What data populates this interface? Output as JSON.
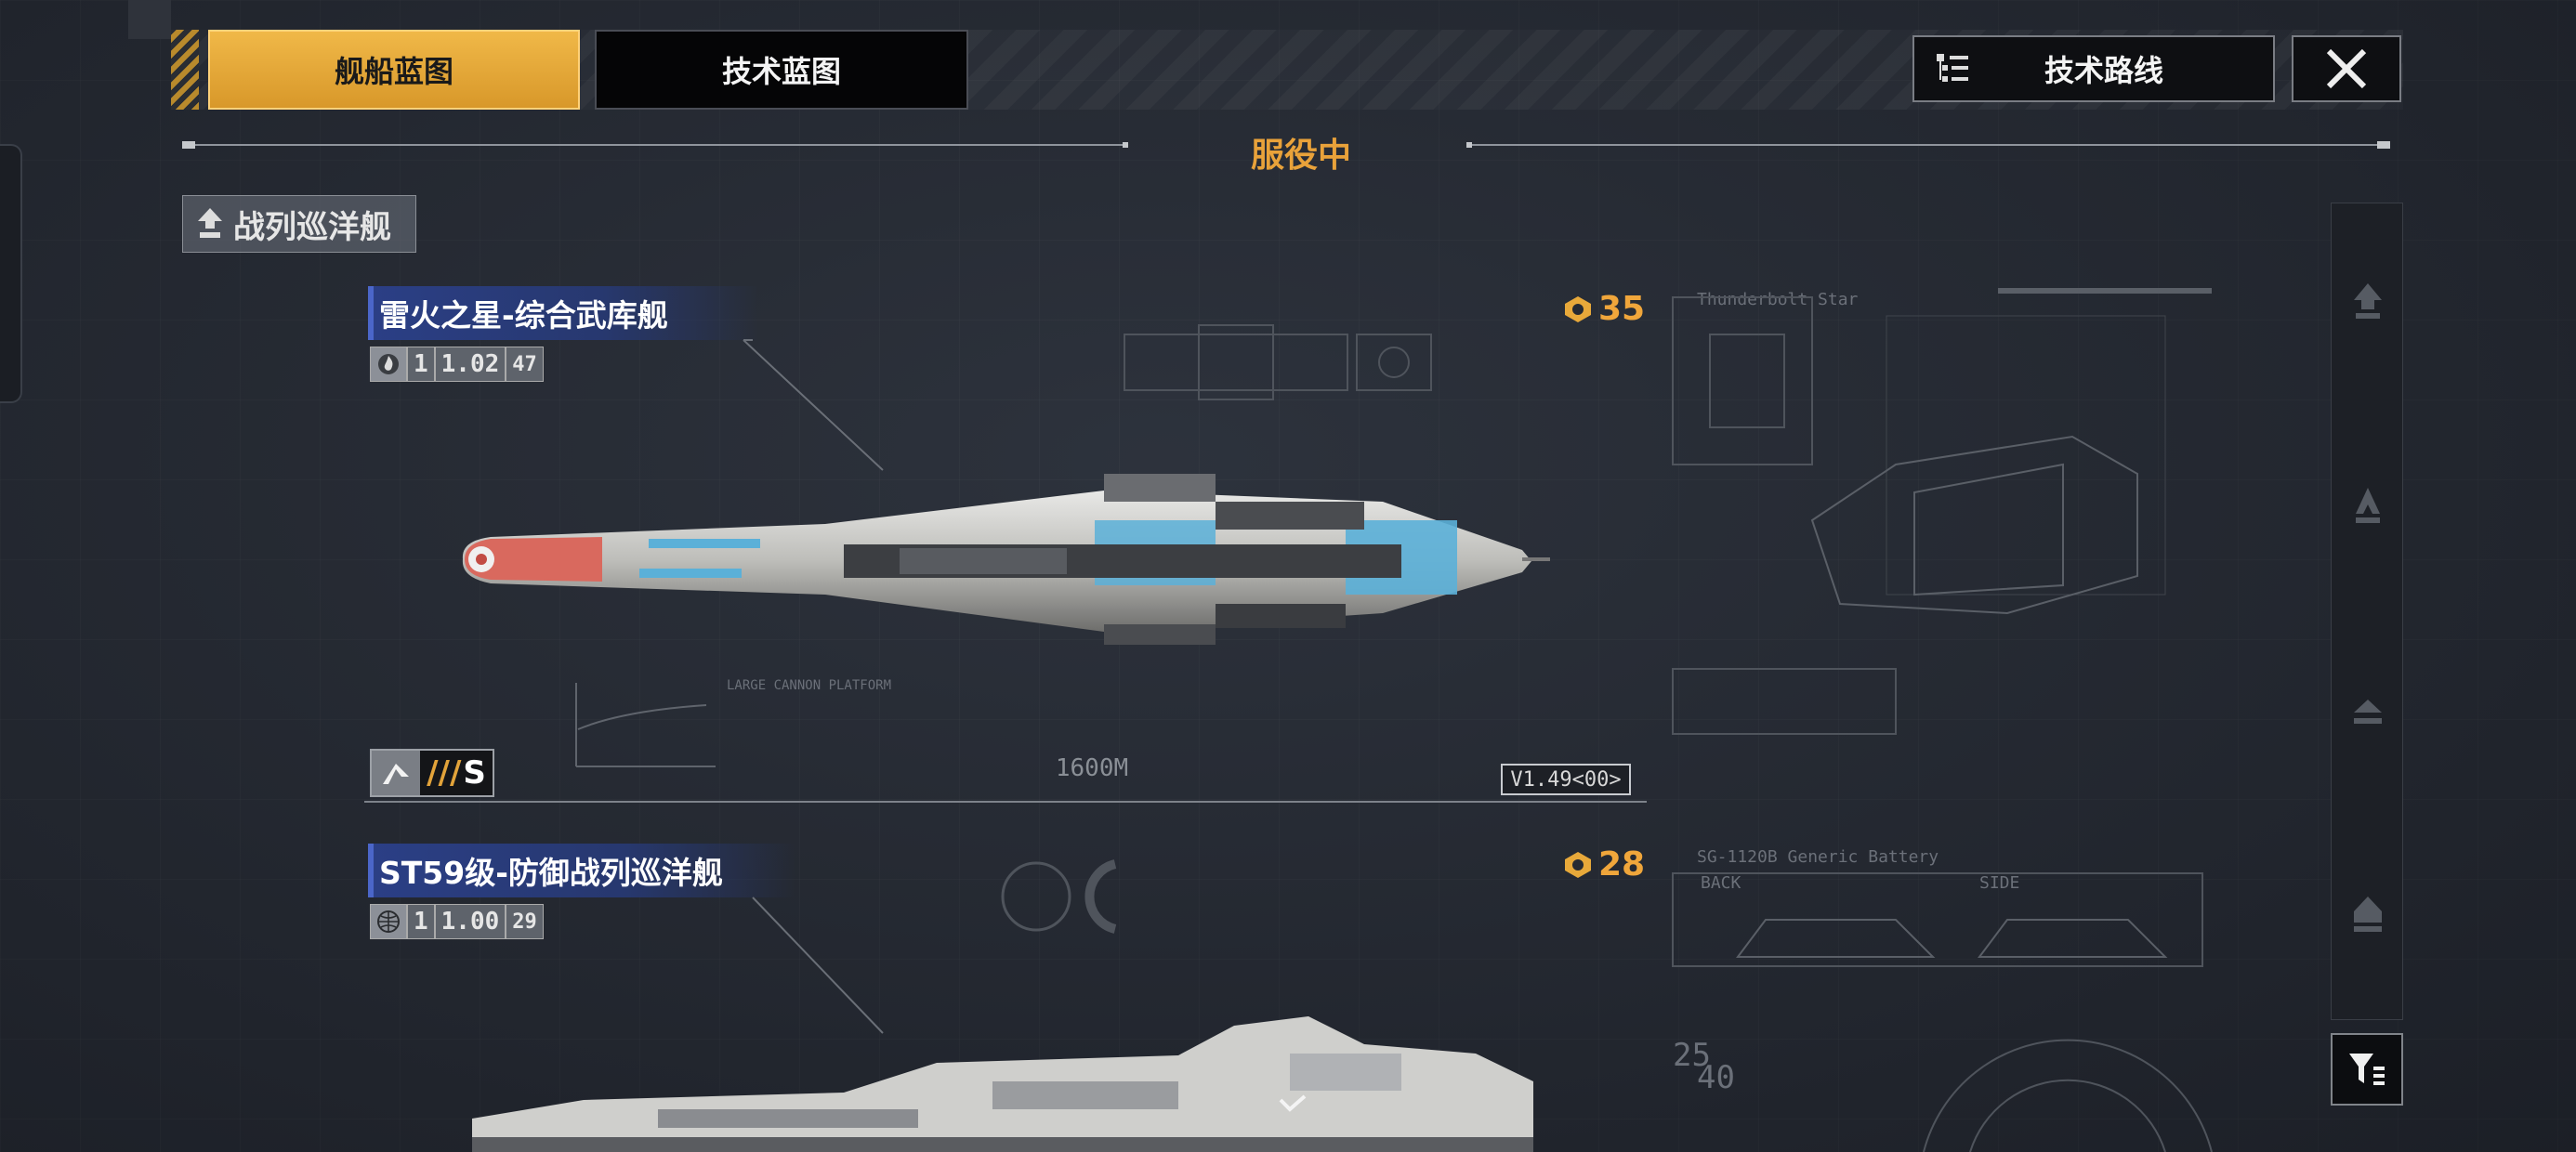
{
  "tabs": [
    {
      "label": "舰船蓝图",
      "active": true
    },
    {
      "label": "技术蓝图",
      "active": false
    }
  ],
  "header": {
    "tech_route_label": "技术路线",
    "close_icon": "close-icon",
    "status_label": "服役中"
  },
  "category": {
    "label": "战列巡洋舰",
    "icon": "battlecruiser-icon"
  },
  "ships": [
    {
      "name": "雷火之星-综合武库舰",
      "stat_icon": "flame-icon",
      "stat_level": "1",
      "stat_value": "1.02",
      "stat_sub": "47",
      "cost": "35",
      "tier_grade": "S",
      "tier_slashes": "///",
      "version": "V1.49<00>",
      "scale": "1600M",
      "blueprint_label_top": "Thunderbolt Star",
      "blueprint_label_mid": "LARGE CANNON PLATFORM"
    },
    {
      "name": "ST59级-防御战列巡洋舰",
      "stat_icon": "globe-icon",
      "stat_level": "1",
      "stat_value": "1.00",
      "stat_sub": "29",
      "cost": "28",
      "blueprint_label_top": "SG-1120B Generic Battery",
      "back_label": "BACK",
      "side_label": "SIDE",
      "corner_number_a": "25",
      "corner_number_b": "40"
    }
  ],
  "right_column": {
    "icons": [
      "frigate-class-icon",
      "destroyer-class-icon",
      "cruiser-class-icon",
      "capital-class-icon"
    ],
    "filter_icon": "filter-icon"
  },
  "colors": {
    "accent_gold": "#e8a93a",
    "status_orange": "#e9a23a",
    "name_blue": "#2b3f86",
    "background": "#252a33"
  }
}
